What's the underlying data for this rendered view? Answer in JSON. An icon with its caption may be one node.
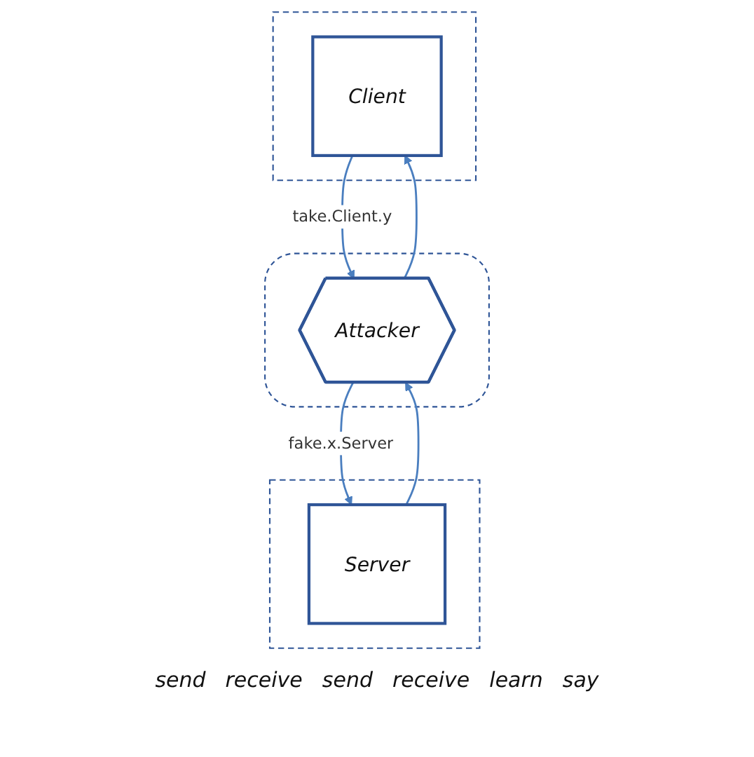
{
  "diagram": {
    "nodes": [
      {
        "text": [],
        "shape": "box"
      },
      {
        "text": [
          "Client"
        ],
        "in": 0
      },
      {
        "text": [],
        "shape": "box"
      },
      {
        "text": [
          "Server"
        ],
        "in": 2
      },
      {
        "text": [],
        "shape": "pentagon"
      },
      {
        "text": [
          "Attacker"
        ],
        "in": 4
      }
    ],
    "edges": [
      {
        "from": 1,
        "to": 5,
        "arrow": "to",
        "label": "take.Client.y"
      },
      {
        "from": 3,
        "to": 5,
        "arrow": "to"
      },
      {
        "from": 5,
        "to": 1,
        "arrow": "to"
      },
      {
        "from": 5,
        "to": 3,
        "arrow": "to",
        "label": "fake.x.Server"
      }
    ],
    "labels": [
      "send",
      "receive",
      "send",
      "receive",
      "learn",
      "say"
    ]
  }
}
